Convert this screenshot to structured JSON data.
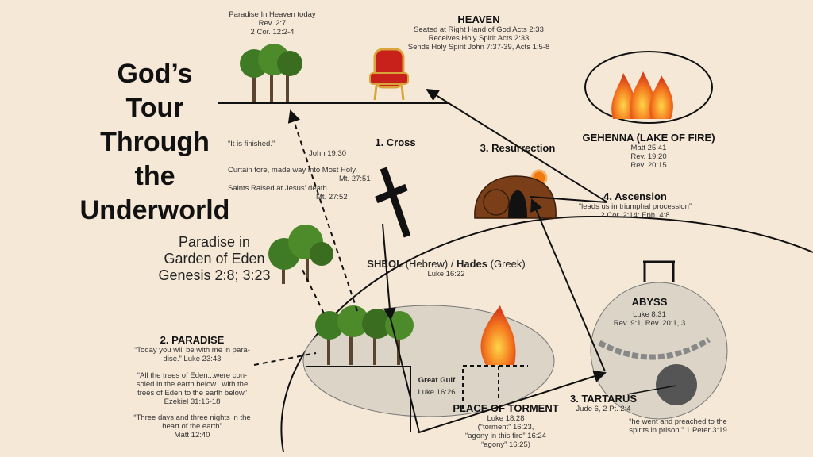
{
  "title": {
    "lines": [
      "God’s",
      "Tour",
      "Through",
      "the",
      "Underworld"
    ]
  },
  "paradise_heaven": {
    "lines": [
      "Paradise In Heaven today",
      "Rev. 2:7",
      "2 Cor. 12:2-4"
    ]
  },
  "heaven": {
    "title": "HEAVEN",
    "lines": [
      "Seated at Right Hand of God Acts 2:33",
      "Receives Holy Spirit Acts 2:33",
      "Sends Holy Spirit John 7:37-39, Acts 1:5-8"
    ]
  },
  "gehenna": {
    "title": "GEHENNA (LAKE OF FIRE)",
    "lines": [
      "Matt 25:41",
      "Rev. 19:20",
      "Rev. 20:15"
    ]
  },
  "ascension": {
    "title": "4. Ascension",
    "quote": "“leads us in triumphal procession”",
    "ref": "2 Cor. 2:14; Eph. 4:8"
  },
  "cross": {
    "title": "1. Cross"
  },
  "resurrection": {
    "title": "3. Resurrection"
  },
  "cross_notes": {
    "finished": "“It is finished.”",
    "finished_ref": "John 19:30",
    "curtain": "Curtain tore, made way into Most Holy.",
    "curtain_ref": "Mt. 27:51",
    "saints": "Saints Raised at Jesus’ death",
    "saints_ref": "Mt. 27:52"
  },
  "eden": {
    "lines": [
      "Paradise in",
      "Garden of Eden",
      "Genesis 2:8; 3:23"
    ]
  },
  "sheol": {
    "title_a": "SHEOL",
    "title_b": " (Hebrew) / ",
    "title_c": "Hades",
    "title_d": " (Greek)",
    "ref": "Luke 16:22"
  },
  "paradise": {
    "title": "2. PARADISE",
    "blocks": [
      [
        "“Today you will be with me in para-",
        "dise.” Luke 23:43"
      ],
      [
        "“All the trees of Eden...were con-",
        "soled in the earth below...with the",
        "trees of Eden to the earth below”",
        "Ezekiel 31:16-18"
      ],
      [
        "“Three days and three nights in the",
        "heart of the earth”",
        "Matt 12:40"
      ]
    ]
  },
  "gulf": {
    "title": "Great Gulf",
    "ref": "Luke 16:26"
  },
  "torment": {
    "title": "PLACE OF TORMENT",
    "lines": [
      "Luke 18:28",
      "(“torment” 16:23,",
      "“agony in this fire” 16:24",
      "“agony” 16:25)"
    ]
  },
  "abyss": {
    "title": "ABYSS",
    "lines": [
      "Luke 8:31",
      "Rev. 9:1, Rev. 20:1, 3"
    ]
  },
  "tartarus": {
    "title": "3. TARTARUS",
    "ref": "Jude 6, 2 Pt. 2:4",
    "quote": [
      "“he went and preached to the",
      "spirits in prison.” 1 Peter 3:19"
    ]
  }
}
